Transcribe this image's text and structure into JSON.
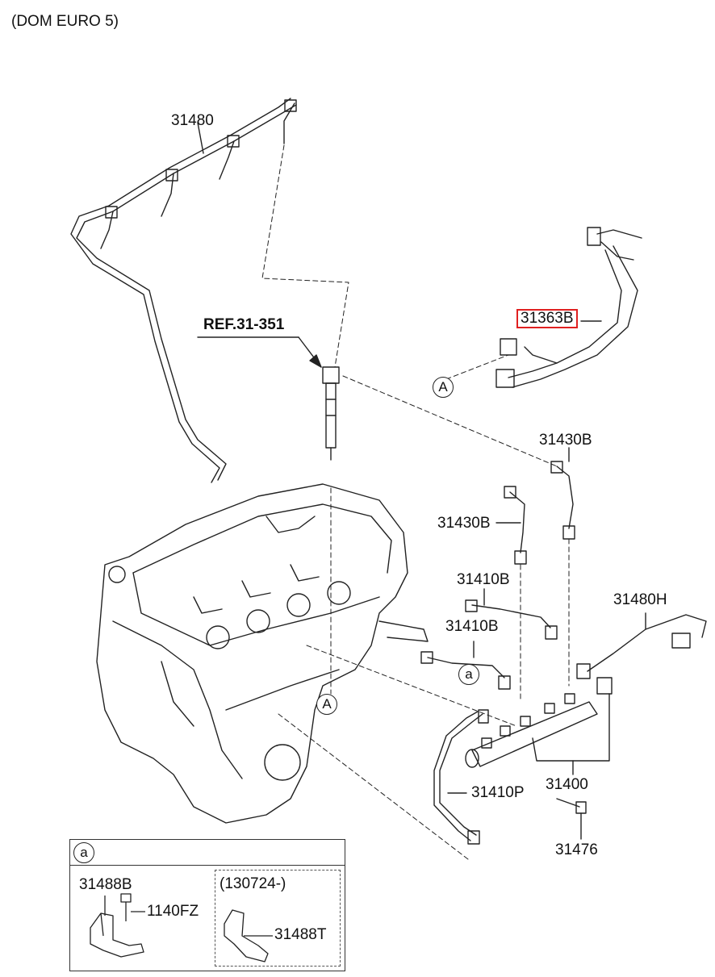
{
  "header": {
    "note": "(DOM EURO 5)"
  },
  "ref": {
    "label": "REF.31-351"
  },
  "parts": {
    "p31480": "31480",
    "p31363B": "31363B",
    "p31430B_top": "31430B",
    "p31430B_mid": "31430B",
    "p31410B_top": "31410B",
    "p31410B_mid": "31410B",
    "p31480H": "31480H",
    "p31410P": "31410P",
    "p31400": "31400",
    "p31476": "31476"
  },
  "markers": {
    "A_top": "A",
    "A_engine": "A",
    "a_rail": "a"
  },
  "inset": {
    "marker": "a",
    "p31488B": "31488B",
    "p1140FZ": "1140FZ",
    "date_range": "(130724-)",
    "p31488T": "31488T"
  },
  "colors": {
    "highlight": "#e02020",
    "line": "#222222"
  }
}
